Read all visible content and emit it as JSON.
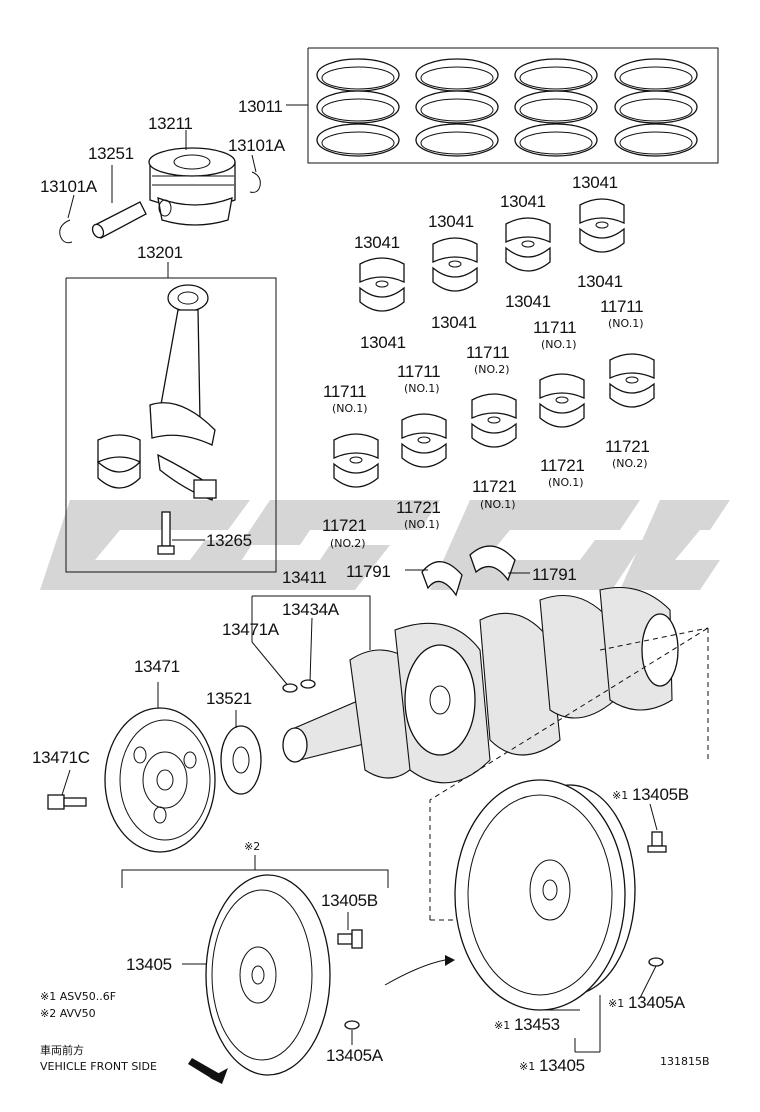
{
  "watermark": "GSGC",
  "parts": {
    "piston_rings": "13011",
    "piston": "13211",
    "piston_pin": "13251",
    "snap_ring_left": "13101A",
    "snap_ring_right": "13101A",
    "connecting_rod": "13201",
    "rod_bolt": "13265",
    "rod_bearing_upper_1": "13041",
    "rod_bearing_upper_2": "13041",
    "rod_bearing_upper_3": "13041",
    "rod_bearing_upper_4": "13041",
    "rod_bearing_lower_1": "13041",
    "rod_bearing_lower_2": "13041",
    "rod_bearing_lower_3": "13041",
    "rod_bearing_lower_4": "13041",
    "main_upper_1": "11711",
    "main_upper_2": "11711",
    "main_upper_3": "11711",
    "main_upper_4": "11711",
    "main_upper_5": "11711",
    "main_lower_1": "11721",
    "main_lower_2": "11721",
    "main_lower_3": "11721",
    "main_lower_4": "11721",
    "main_lower_5": "11721",
    "thrust_washer_left": "11791",
    "thrust_washer_right": "11791",
    "crankshaft": "13411",
    "crank_key": "13434A",
    "pulley_key": "13471A",
    "pulley": "13471",
    "pulley_bolt": "13471C",
    "crank_timing_gear": "13521",
    "flywheel_bolt_a": "13405B",
    "flywheel_bolt_b": "13405B",
    "flywheel": "13405",
    "flywheel_pin_a": "13405A",
    "flywheel_pin_b": "13405A",
    "drive_plate_ring_gear": "13453",
    "drive_plate": "13405",
    "diagram_id": "131815B"
  },
  "qualifiers": {
    "main_upper_1": "(NO.1)",
    "main_upper_2": "(NO.1)",
    "main_upper_3": "(NO.2)",
    "main_upper_4": "(NO.1)",
    "main_upper_5": "(NO.1)",
    "main_lower_1": "(NO.2)",
    "main_lower_2": "(NO.1)",
    "main_lower_3": "(NO.1)",
    "main_lower_4": "(NO.1)",
    "main_lower_5": "(NO.2)"
  },
  "markers": {
    "note1": "※1",
    "note2": "※2"
  },
  "notes": {
    "line1": "※1 ASV50..6F",
    "line2": "※2 AVV50",
    "front_jp": "車両前方",
    "front_en": "VEHICLE FRONT SIDE"
  },
  "colors": {
    "line": "#111111",
    "watermark": "#c9c9c9"
  }
}
